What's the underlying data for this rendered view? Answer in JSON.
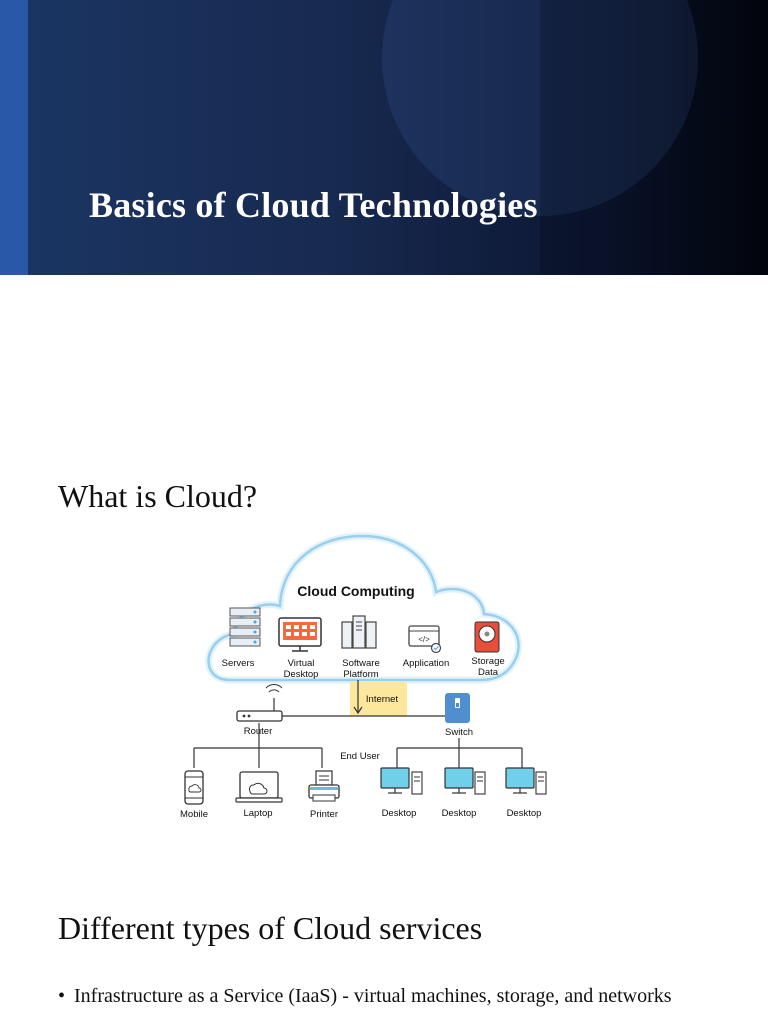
{
  "title": "Basics of Cloud Technologies",
  "sections": {
    "what_is_cloud": "What is Cloud?",
    "types": "Different types of Cloud services"
  },
  "diagram": {
    "title": "Cloud Computing",
    "services": [
      {
        "line1": "Servers",
        "line2": ""
      },
      {
        "line1": "Virtual",
        "line2": "Desktop"
      },
      {
        "line1": "Software",
        "line2": "Platform"
      },
      {
        "line1": "Application",
        "line2": ""
      },
      {
        "line1": "Storage",
        "line2": "Data"
      }
    ],
    "internet": "Internet",
    "router": "Router",
    "switch": "Switch",
    "end_user": "End User",
    "devices": [
      "Mobile",
      "Laptop",
      "Printer",
      "Desktop",
      "Desktop",
      "Desktop"
    ]
  },
  "bullets": [
    {
      "marker": "•",
      "text": "Infrastructure as a Service (IaaS) - virtual machines, storage, and networks"
    }
  ],
  "colors": {
    "hero_dark": "#0b1530",
    "hero_mid": "#17294f",
    "accent_stripe": "#2a58a8",
    "cloud_outline": "#4aa8e0",
    "internet_highlight": "#fde79a",
    "device_blue": "#4f8fd0"
  }
}
